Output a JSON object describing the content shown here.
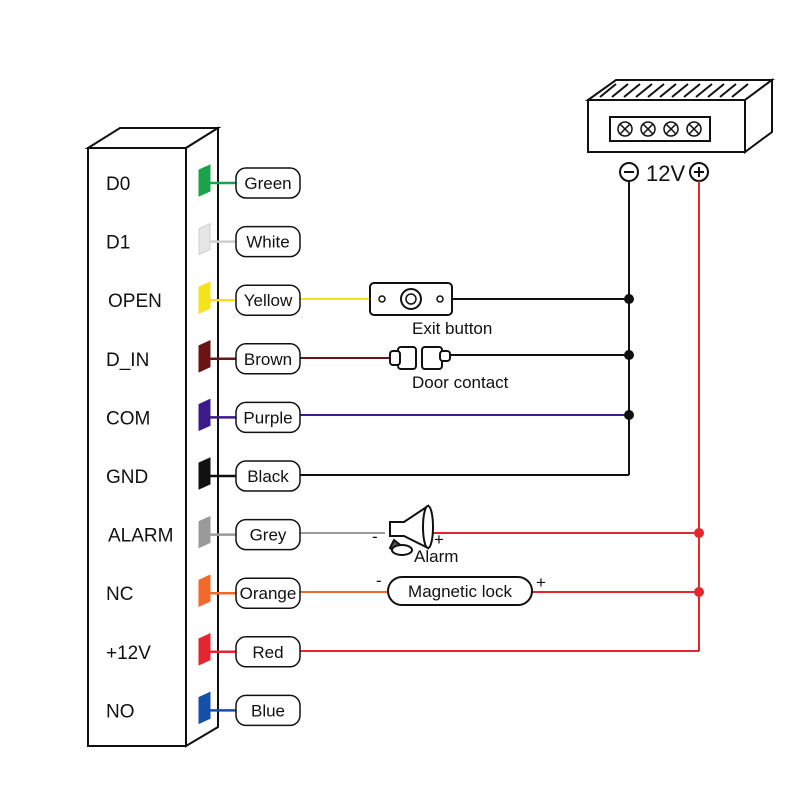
{
  "terminals": [
    {
      "pin": "D0",
      "wire": "Green",
      "color": "#1aa34a"
    },
    {
      "pin": "D1",
      "wire": "White",
      "color": "#e6e6e6"
    },
    {
      "pin": "OPEN",
      "wire": "Yellow",
      "color": "#f5e31a"
    },
    {
      "pin": "D_IN",
      "wire": "Brown",
      "color": "#6b1414"
    },
    {
      "pin": "COM",
      "wire": "Purple",
      "color": "#3b1a8c"
    },
    {
      "pin": "GND",
      "wire": "Black",
      "color": "#111111"
    },
    {
      "pin": "ALARM",
      "wire": "Grey",
      "color": "#9a9a9a"
    },
    {
      "pin": "NC",
      "wire": "Orange",
      "color": "#f26a2a"
    },
    {
      "pin": "+12V",
      "wire": "Red",
      "color": "#e5262e"
    },
    {
      "pin": "NO",
      "wire": "Blue",
      "color": "#1450a8"
    }
  ],
  "power_supply": {
    "label": "12V",
    "minus": "−",
    "plus": "+",
    "positive_wire_color": "#e5262e"
  },
  "devices": {
    "exit_button": "Exit button",
    "door_contact": "Door contact",
    "alarm": "Alarm",
    "alarm_minus": "-",
    "alarm_plus": "+",
    "magnetic_lock": "Magnetic lock",
    "lock_minus": "-",
    "lock_plus": "+"
  }
}
